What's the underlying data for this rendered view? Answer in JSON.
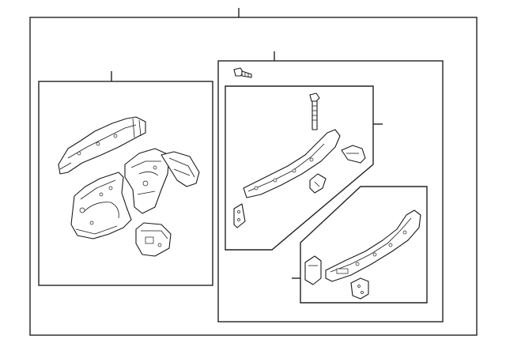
{
  "diagram": {
    "title": "",
    "callouts": [],
    "line_color": "#222222",
    "background": "#ffffff",
    "groups": [
      {
        "id": "outer-assembly",
        "label": ""
      },
      {
        "id": "left-panel-group",
        "label": ""
      },
      {
        "id": "right-rail-group",
        "label": ""
      },
      {
        "id": "upper-rail-subgroup",
        "label": ""
      },
      {
        "id": "lower-rail-subgroup",
        "label": ""
      }
    ]
  }
}
